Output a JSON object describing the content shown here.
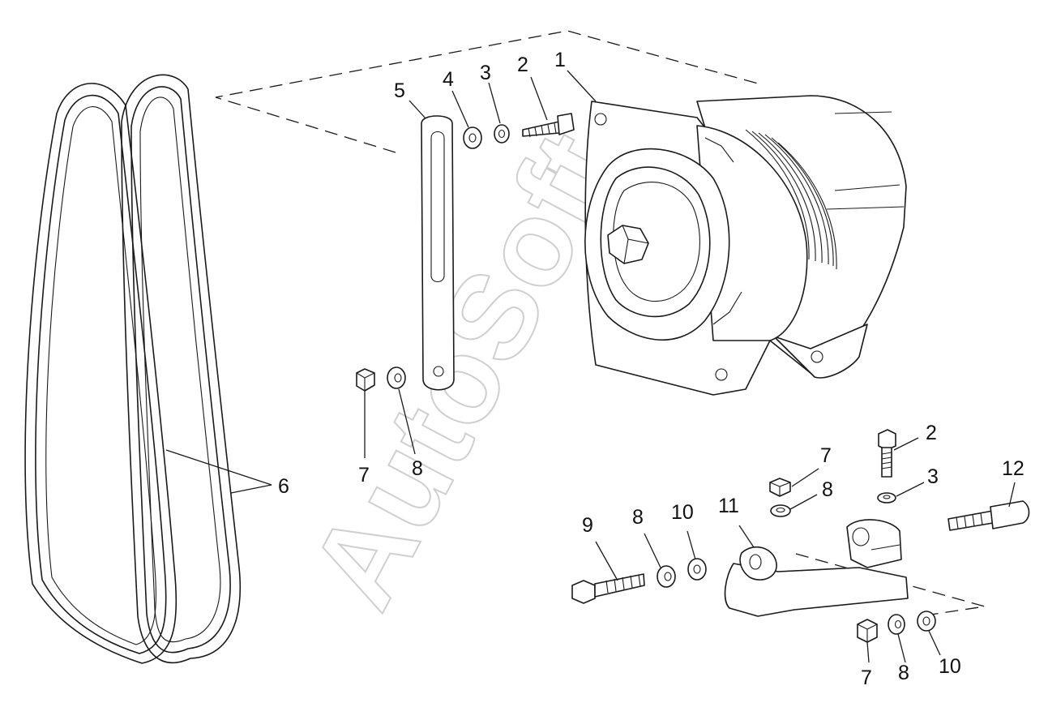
{
  "watermark": "AutoSoft",
  "labels": {
    "l1": "1",
    "l2a": "2",
    "l3a": "3",
    "l4": "4",
    "l5": "5",
    "l6": "6",
    "l7a": "7",
    "l8a": "8",
    "l2b": "2",
    "l7b": "7",
    "l3b": "3",
    "l12": "12",
    "l8b": "8",
    "l9": "9",
    "l8c": "8",
    "l10a": "10",
    "l11": "11",
    "l7c": "7",
    "l8d": "8",
    "l10b": "10"
  },
  "colors": {
    "line": "#1a1a1a",
    "watermark": "#cfcfcf"
  }
}
